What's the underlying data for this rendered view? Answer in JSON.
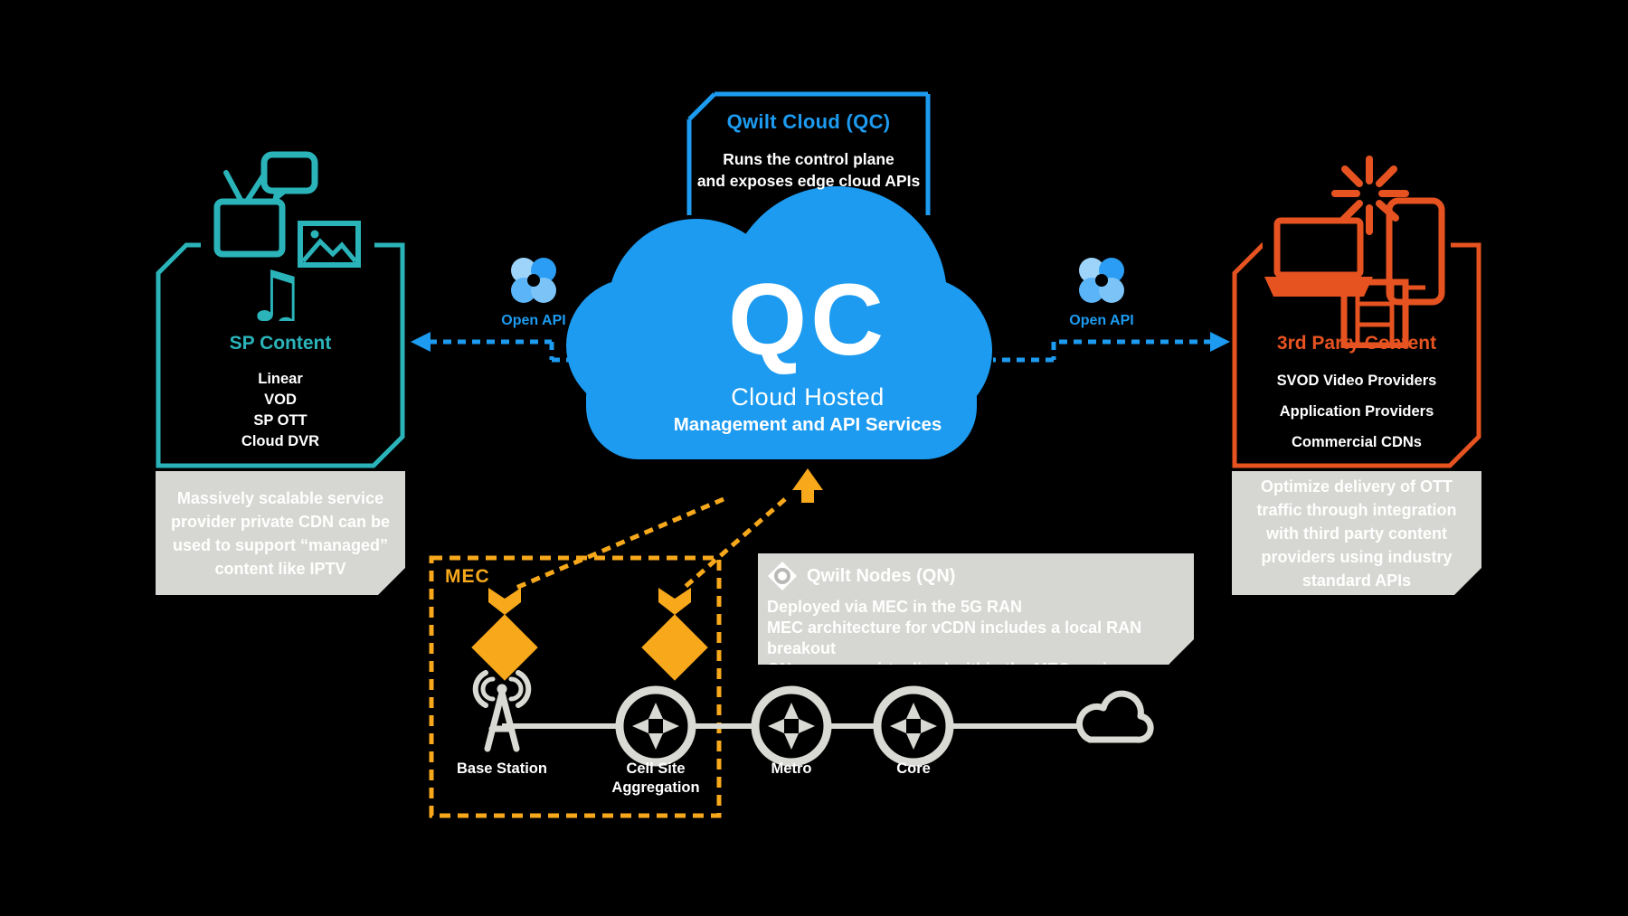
{
  "colors": {
    "blue": "#1d9bf0",
    "teal": "#2ab4ba",
    "orange": "#e65321",
    "amber": "#f7a81b",
    "gray": "#d6d6d2",
    "chain_gray": "#dadad4"
  },
  "header_box": {
    "title": "Qwilt Cloud (QC)",
    "line1": "Runs the control plane",
    "line2": "and exposes edge cloud APIs"
  },
  "cloud": {
    "logo": "QC",
    "sub1": "Cloud Hosted",
    "sub2": "Management and API Services"
  },
  "open_api": {
    "label": "Open API"
  },
  "sp": {
    "title": "SP Content",
    "items": [
      "Linear",
      "VOD",
      "SP OTT",
      "Cloud DVR"
    ],
    "note": "Massively scalable service provider private CDN can be used to support “managed” content like IPTV"
  },
  "tp": {
    "title": "3rd Party Content",
    "items": [
      "SVOD Video Providers",
      "Application Providers",
      "Commercial CDNs"
    ],
    "note": "Optimize delivery of OTT traffic through integration with third party content providers using industry standard APIs"
  },
  "mec": {
    "label": "MEC"
  },
  "qn": {
    "title": "Qwilt Nodes (QN)",
    "line1": "Deployed via MEC in the 5G RAN",
    "line2": "MEC architecture for vCDN includes a local RAN breakout",
    "line3": "QNs can run virtualized within the MEC environment"
  },
  "chain": {
    "label1": "Base Station",
    "label2": "Cell Site Aggregation",
    "label3": "Metro",
    "label4": "Core"
  }
}
